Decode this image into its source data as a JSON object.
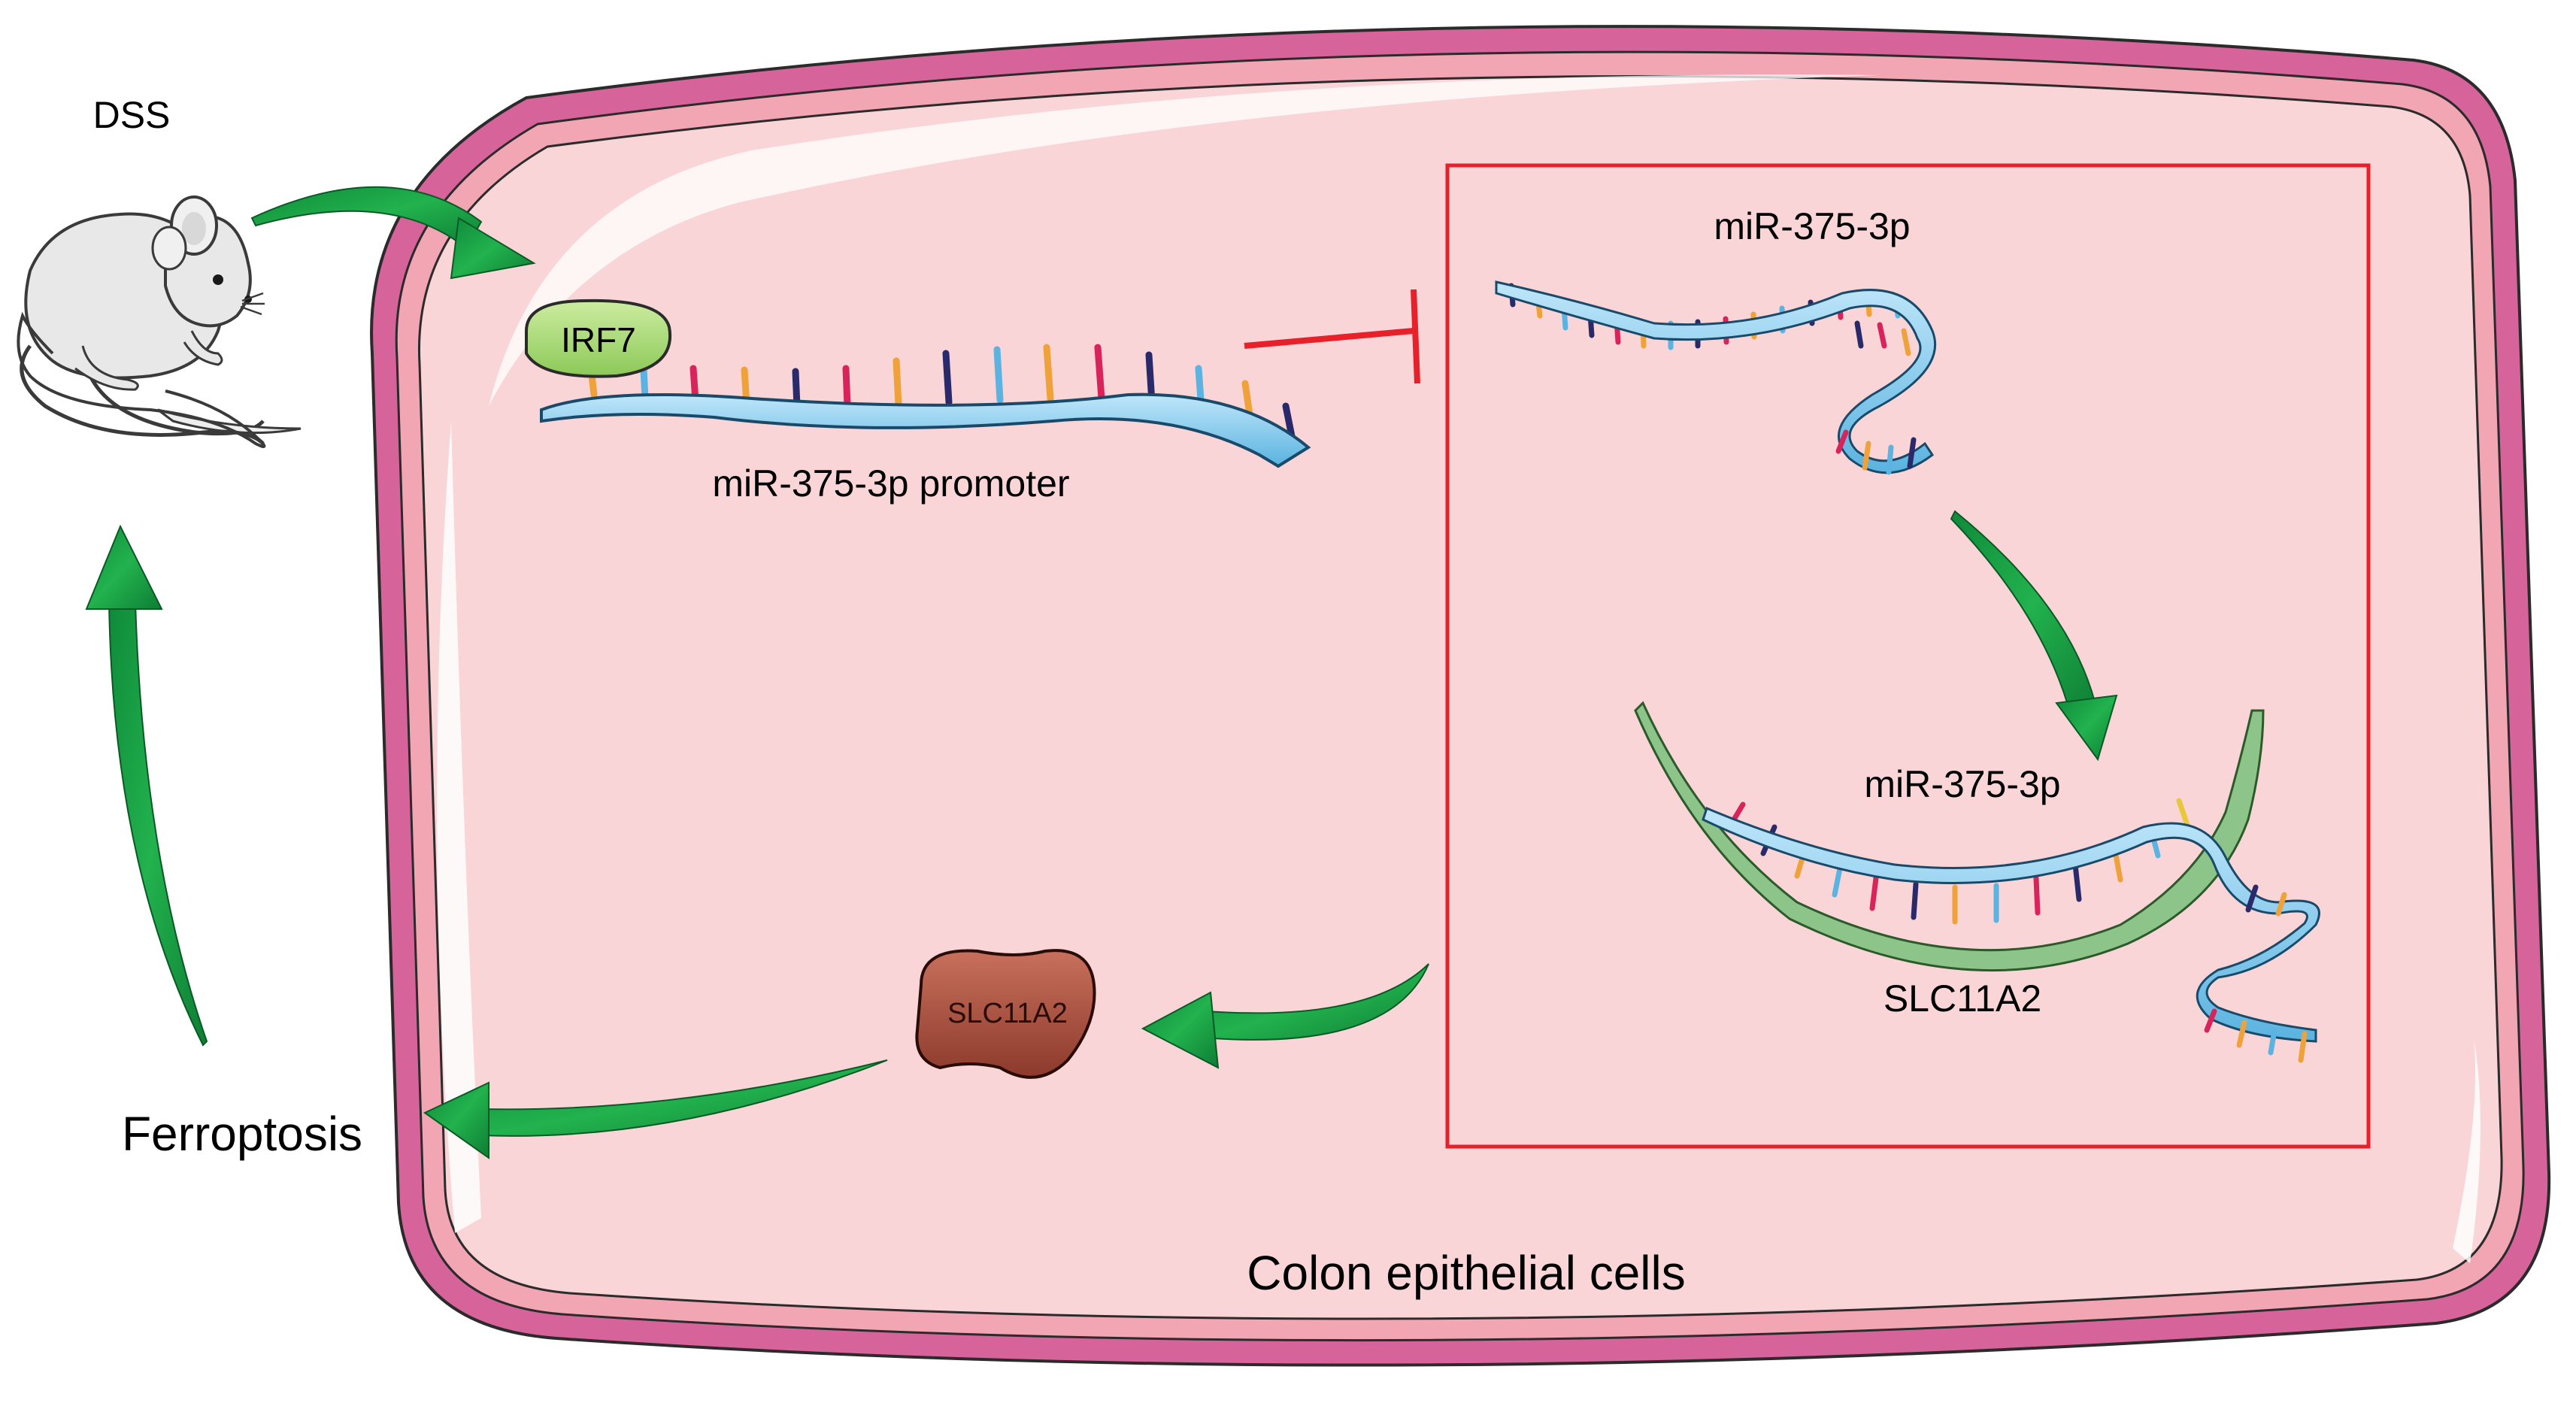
{
  "labels": {
    "dss": "DSS",
    "irf7": "IRF7",
    "promoter": "miR-375-3p promoter",
    "mirna_top": "miR-375-3p",
    "mirna_bottom": "miR-375-3p",
    "target_gene": "SLC11A2",
    "slc11a2_protein": "SLC11A2",
    "ferroptosis": "Ferroptosis",
    "cell_type": "Colon epithelial cells"
  },
  "colors": {
    "cell_membrane": "#d6649b",
    "cell_inner_ring": "#f2a6b4",
    "cytoplasm": "#f9d5d8",
    "inhibition": "#e8202a",
    "arrow": "#1ca54a",
    "dna_backbone": "#8fd0f0",
    "irf7": "#a6d86a",
    "slc11a2": "#a54a3a",
    "target_strand": "#8cc48a"
  }
}
